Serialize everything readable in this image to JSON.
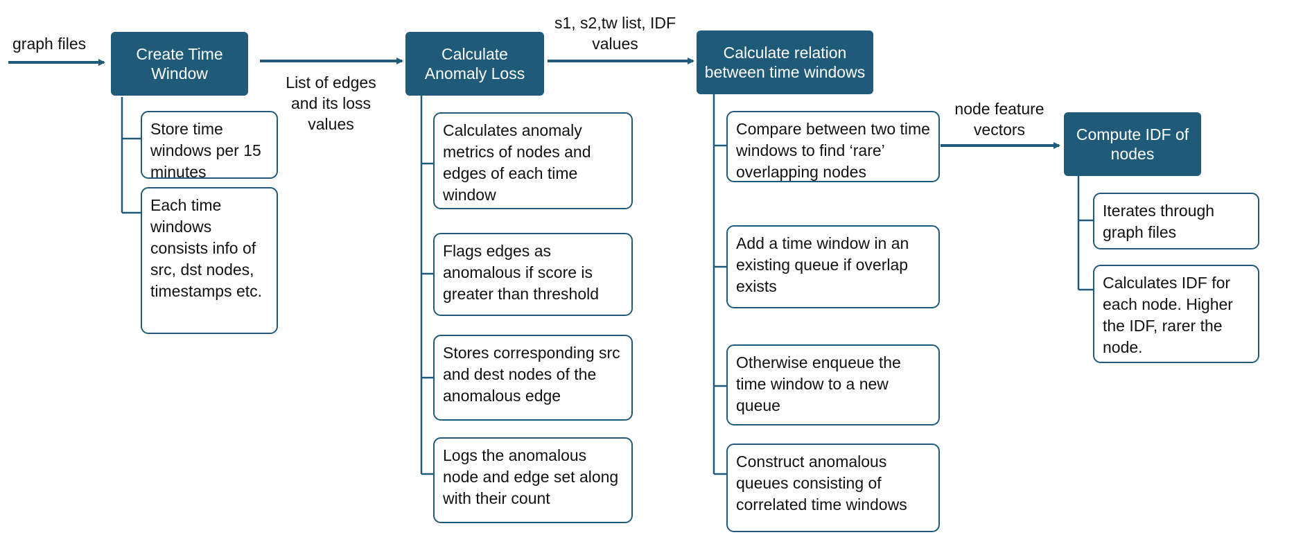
{
  "colors": {
    "primary": "#1f5b78",
    "box_border": "#1f5b78",
    "text": "#111111",
    "background": "#ffffff"
  },
  "input_label": "graph files",
  "stages": [
    {
      "title": "Create Time Window",
      "items": [
        "Store time windows per 15 minutes",
        "Each time windows consists info of src, dst nodes, timestamps etc."
      ]
    },
    {
      "title": "Calculate Anomaly Loss",
      "items": [
        "Calculates anomaly metrics of nodes and edges of each time window",
        "Flags edges as anomalous if score is greater than threshold",
        "Stores corresponding src and dest nodes of the anomalous edge",
        "Logs the anomalous node and edge set along with their count"
      ]
    },
    {
      "title": "Calculate relation between time windows",
      "items": [
        "Compare between two time windows to find ‘rare’ overlapping nodes",
        "Add a time window in an existing queue if overlap exists",
        "Otherwise enqueue the time window to a new queue",
        "Construct anomalous queues consisting of correlated time windows"
      ]
    },
    {
      "title": "Compute IDF of nodes",
      "items": [
        "Iterates through graph files",
        "Calculates IDF for each node. Higher the IDF, rarer the node."
      ]
    }
  ],
  "edge_labels": {
    "tw_to_loss": "List of edges and its loss values",
    "loss_to_relation": "s1, s2,tw list, IDF values",
    "relation_to_idf": "node feature vectors"
  }
}
